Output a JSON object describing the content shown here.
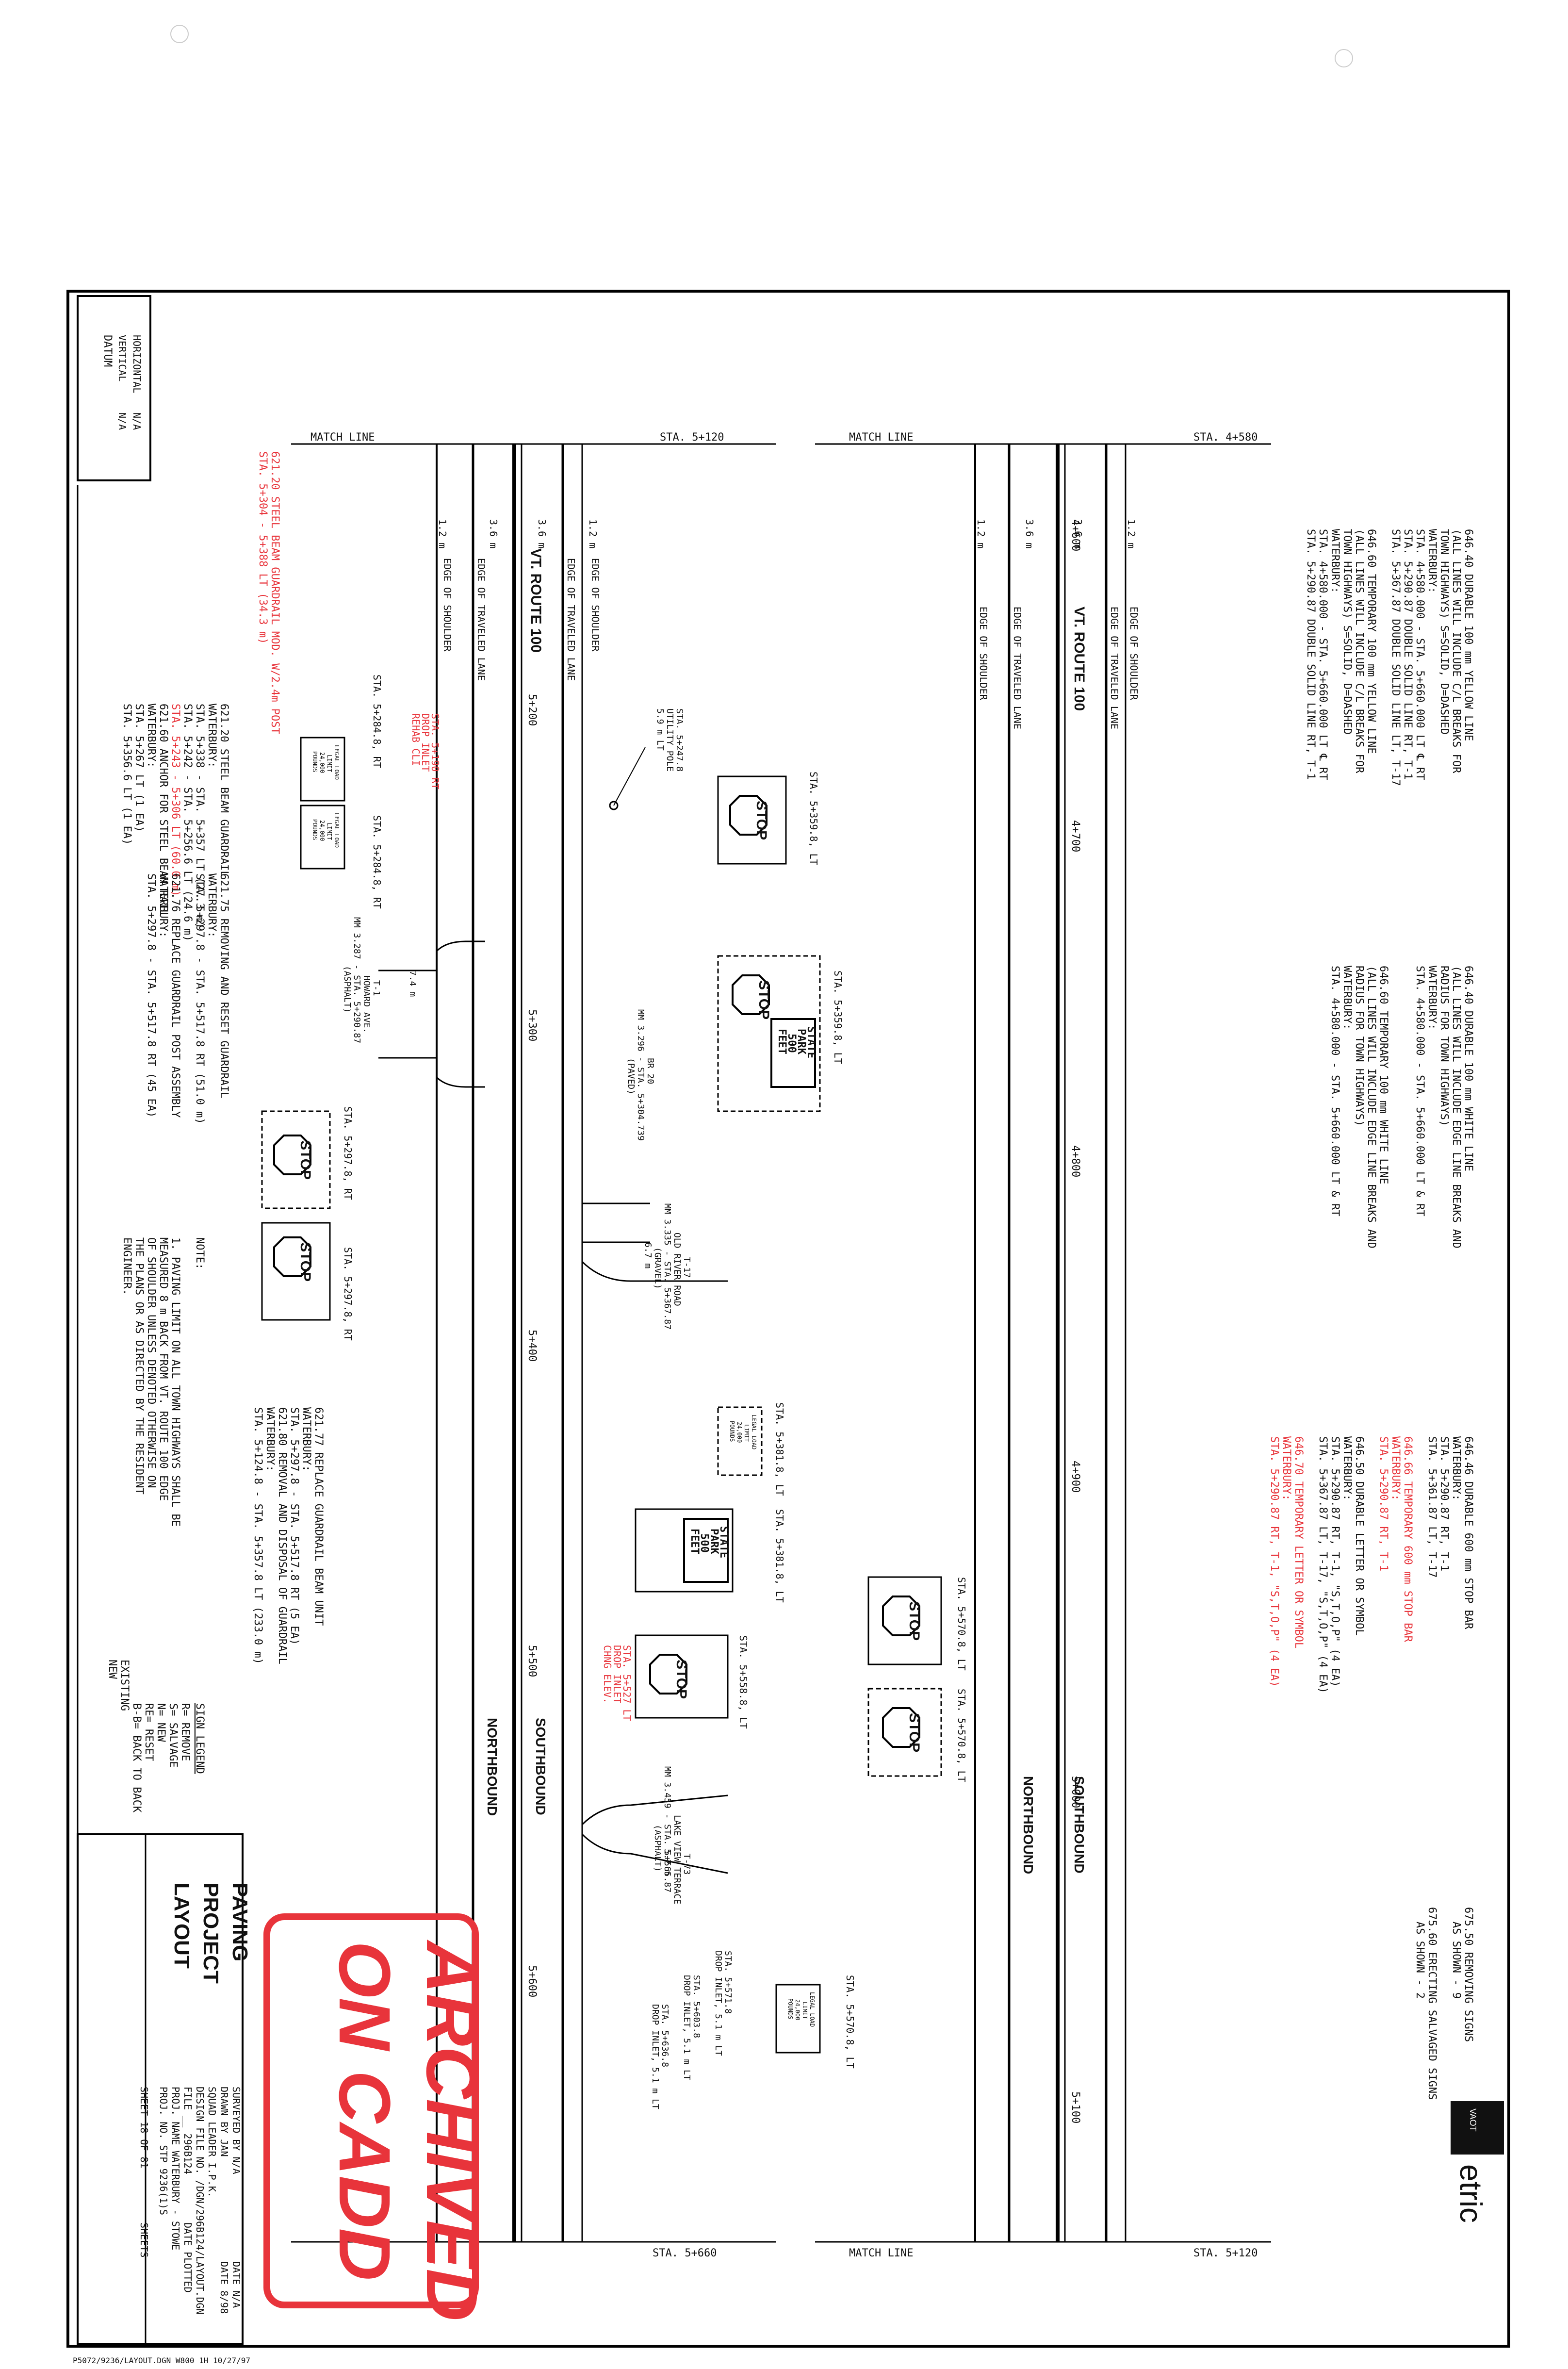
{
  "datum": {
    "title": "DATUM",
    "vertical_label": "VERTICAL",
    "vertical_value": "N/A",
    "horizontal_label": "HORIZONTAL",
    "horizontal_value": "N/A"
  },
  "route": {
    "name": "VT. ROUTE 100",
    "name2": "VT. ROUTE 100"
  },
  "match_lines": {
    "label": "MATCH LINE",
    "sta_5120": "STA. 5+120",
    "sta_4580": "STA. 4+580",
    "sta_5660": "STA. 5+660"
  },
  "road_labels": {
    "edge_of_shoulder": "EDGE OF SHOULDER",
    "edge_of_traveled_lane": "EDGE OF TRAVELED LANE",
    "northbound": "NORTHBOUND",
    "southbound": "SOUTHBOUND",
    "width_36": "3.6 m",
    "width_12": "1.2 m",
    "width_36b": "3.6 m",
    "width_12b": "1.2 m"
  },
  "stations": {
    "s5200": "5+200",
    "s5300": "5+300",
    "s5400": "5+400",
    "s5500": "5+500",
    "s5600": "5+600",
    "s4600": "4+600",
    "s4700": "4+700",
    "s4800": "4+800",
    "s4900": "4+900",
    "s5000": "5+000",
    "s5100": "5+100"
  },
  "notes_top": [
    "646.40 DURABLE 100 mm YELLOW LINE",
    "(ALL LINES WILL INCLUDE C/L BREAKS FOR",
    "TOWN HIGHWAYS) S=SOLID, D=DASHED",
    "WATERBURY:",
    "STA. 4+580.000 - STA. 5+660.000   LT  ℄  RT",
    "STA. 5+290.87  DOUBLE SOLID LINE RT, T-1",
    "STA. 5+367.87  DOUBLE SOLID LINE LT, T-17",
    "646.60 TEMPORARY 100 mm YELLOW LINE",
    "(ALL LINES WILL INCLUDE C/L BREAKS FOR",
    "TOWN HIGHWAYS) S=SOLID, D=DASHED",
    "WATERBURY:",
    "STA. 4+580.000 - STA. 5+660.000   LT  ℄  RT",
    "STA. 5+290.87  DOUBLE SOLID LINE RT, T-1"
  ],
  "notes_mid": [
    "646.40 DURABLE 100 mm WHITE LINE",
    "(ALL LINES WILL INCLUDE EDGE LINE BREAKS AND",
    "RADIUS FOR TOWN HIGHWAYS)",
    "WATERBURY:",
    "STA. 4+580.000 - STA. 5+660.000 LT & RT",
    "646.60 TEMPORARY 100 mm WHITE LINE",
    "(ALL LINES WILL INCLUDE EDGE LINE BREAKS AND",
    "RADIUS FOR TOWN HIGHWAYS)",
    "WATERBURY:",
    "STA. 4+580.000 - STA. 5+660.000 LT & RT"
  ],
  "notes_right": [
    "646.46 DURABLE 600 mm STOP BAR",
    "WATERBURY:",
    "STA. 5+290.87     RT, T-1",
    "STA. 5+361.87     LT, T-17",
    "646.66 TEMPORARY 600 mm STOP BAR",
    "WATERBURY:",
    "STA. 5+290.87     RT, T-1",
    "646.50 DURABLE LETTER OR SYMBOL",
    "WATERBURY:",
    "STA. 5+290.87 RT, T-1, \"S,T,O,P\" (4 EA)",
    "STA. 5+367.87 LT, T-17, \"S,T,O,P\" (4 EA)",
    "646.70 TEMPORARY LETTER OR SYMBOL",
    "WATERBURY:",
    "STA. 5+290.87 RT, T-1, \"S,T,O,P\" (4 EA)"
  ],
  "notes_far": [
    "675.50 REMOVING SIGNS",
    "AS SHOWN - 9",
    "675.60 ERECTING SALVAGED SIGNS",
    "AS SHOWN - 2"
  ],
  "notes_guardrail": [
    "621.20 STEEL BEAM GUARDRAIL",
    "WATERBURY:",
    "STA. 5+338 - STA. 5+357   LT (27.3 m)",
    "STA. 5+242 - STA. 5+256.6  LT (24.6 m)",
    "621.60 ANCHOR FOR STEEL BEAM RAIL",
    "WATERBURY:",
    "STA. 5+267     LT (1 EA)",
    "STA. 5+356.6   LT (1 EA)"
  ],
  "notes_guardrail_red": [
    "621.20 STEEL BEAM GUARDRAIL MOD. W/2.4m POST",
    "STA. 5+304 - 5+388 LT (34.3 m)",
    "STA. 5+243 - 5+306 LT (60.0 m)"
  ],
  "notes_reset": [
    "621.75 REMOVING AND RESET GUARDRAIL",
    "WATERBURY:",
    "STA. 5+297.8 - STA. 5+517.8   RT (51.0 m)",
    "621.76 REPLACE GUARDRAIL POST ASSEMBLY",
    "WATERBURY:",
    "STA. 5+297.8 - STA. 5+517.8   RT (45 EA)",
    "621.77 REPLACE GUARDRAIL BEAM UNIT",
    "WATERBURY:",
    "STA. 5+297.8 - STA. 5+517.8   RT (5 EA)",
    "621.80 REMOVAL AND DISPOSAL OF GUARDRAIL",
    "WATERBURY:",
    "STA. 5+124.8 - STA. 5+357.8   LT (233.0 m)"
  ],
  "note_block": {
    "title": "NOTE:",
    "lines": [
      "1. PAVING LIMIT ON ALL TOWN HIGHWAYS SHALL BE",
      "   MEASURED 8 m BACK FROM VT. ROUTE 100 EDGE",
      "   OF SHOULDER UNLESS DENOTED OTHERWISE ON",
      "   THE PLANS OR AS DIRECTED BY THE RESIDENT",
      "   ENGINEER."
    ]
  },
  "sign_legend": {
    "title": "SIGN LEGEND",
    "items": [
      "R= REMOVE",
      "S= SALVAGE",
      "N= NEW",
      "RE= RESET",
      "B-B= BACK TO BACK"
    ],
    "existing": "EXISTING",
    "new": "NEW"
  },
  "title_block": {
    "line1": "PAVING",
    "line2": "PROJECT",
    "line3": "LAYOUT",
    "surveyed_by": "SURVEYED BY  N/A",
    "drawn_by": "DRAWN BY   JAN",
    "squad_leader": "SQUAD LEADER  I.P.K.",
    "design_file": "DESIGN FILE NO. /DGN/296B124/LAYOUT.DGN",
    "date1": "DATE  N/A",
    "date2": "DATE  8/98",
    "date3": "DATE  PLOTTED",
    "file": "FILE  __ 296B124",
    "proj_name": "PROJ. NAME  WATERBURY - STOWE",
    "proj_no": "PROJ. NO.  STP 9236(1)S",
    "sheet": "SHEET 18 OF 81",
    "sheets": "SHEETS"
  },
  "stamp": {
    "line1": "ARCHIVED",
    "line2": "ON CADD"
  },
  "logo": {
    "text": "etric",
    "tag": "VAOT"
  },
  "footer": {
    "path": "P5072/9236/LAYOUT.DGN   W800  1H   10/27/97"
  },
  "roads": {
    "t1": "T-1",
    "t1b": "HOWARD AVE.",
    "t1c": "MM 3.287 - STA. 5+290.87",
    "t1d": "(ASPHALT)",
    "t17": "T-17",
    "t17b": "OLD RIVER ROAD",
    "t17c": "MM 3.335 - STA. 5+367.87",
    "t17d": "(GRAVEL)",
    "t73": "T-73",
    "t73b": "LAKE VIEW TERRACE",
    "t73c": "MM 3.459 - STA. 5+565.87",
    "t73d": "(ASPHALT)",
    "br20": "BR 20",
    "br20b": "MM 3.296 - STA. 5+304.739",
    "br20c": "(PAVED)"
  },
  "signs": {
    "stop": "STOP",
    "state_park_1": "STATE",
    "state_park_2": "PARK",
    "state_park_3": "500",
    "state_park_4": "FEET",
    "legal_1": "LEGAL LOAD",
    "legal_2": "LIMIT",
    "legal_3": "24,000",
    "legal_4": "POUNDS",
    "sta_a": "STA. 5+359.8, LT",
    "sta_b": "STA. 5+359.8, LT",
    "sta_c": "STA. 5+297.8, RT",
    "sta_d": "STA. 5+297.8, RT",
    "sta_e": "STA. 5+284.8, RT",
    "sta_e2": "STA. 5+284.8, RT",
    "sta_f": "STA. 5+381.8, LT",
    "sta_f2": "STA. 5+381.8, LT",
    "sta_g": "STA. 5+558.8, LT",
    "sta_h": "STA. 5+570.8, LT",
    "sta_h2": "STA. 5+570.8, LT",
    "sta_h3": "STA. 5+570.8, LT",
    "sta_pole": "STA. 5+247.8",
    "sta_pole2": "UTILITY POLE",
    "sta_pole3": "5.9 m LT",
    "sta_red1": "STA. 5+190 RT",
    "sta_red2": "DROP INLET",
    "sta_red3": "REHAB CLI",
    "sta_red4": "STA. 5+527 LT",
    "sta_red5": "DROP INLET",
    "sta_red6": "CHNG ELEV.",
    "sta_inlets": "STA. 5+571.8",
    "sta_inlets2": "DROP INLET, 5.1 m LT",
    "sta_inlets3": "STA. 5+603.8",
    "sta_inlets4": "DROP INLET, 5.1 m LT",
    "sta_inlets5": "STA. 5+636.8",
    "sta_inlets6": "DROP INLET, 5.1 m LT",
    "m59": "5.2 m",
    "m67": "6.7 m",
    "m74": "7.4 m"
  }
}
